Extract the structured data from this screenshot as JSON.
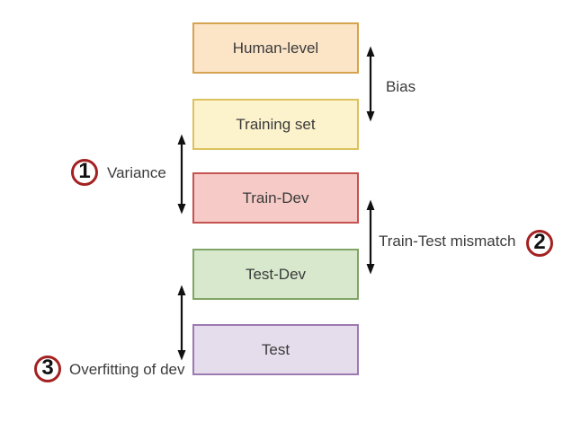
{
  "diagram": {
    "boxes": [
      {
        "id": "human-level",
        "label": "Human-level",
        "fill": "#fce5c7",
        "border": "#d6a351"
      },
      {
        "id": "training-set",
        "label": "Training set",
        "fill": "#fcf3cd",
        "border": "#dcc25f"
      },
      {
        "id": "train-dev",
        "label": "Train-Dev",
        "fill": "#f6cbc7",
        "border": "#c5534f"
      },
      {
        "id": "test-dev",
        "label": "Test-Dev",
        "fill": "#d7e8cd",
        "border": "#80a567"
      },
      {
        "id": "test",
        "label": "Test",
        "fill": "#e5dcec",
        "border": "#9c7ab2"
      }
    ],
    "arrows": [
      {
        "id": "bias",
        "label": "Bias",
        "between": [
          "Human-level",
          "Training set"
        ]
      },
      {
        "id": "variance",
        "label": "Variance",
        "badge": "1",
        "between": [
          "Training set",
          "Train-Dev"
        ]
      },
      {
        "id": "train-test-mismatch",
        "label": "Train-Test mismatch",
        "badge": "2",
        "between": [
          "Train-Dev",
          "Test-Dev"
        ]
      },
      {
        "id": "overfitting-of-dev",
        "label": "Overfitting of dev",
        "badge": "3",
        "between": [
          "Test-Dev",
          "Test"
        ]
      }
    ],
    "colors": {
      "badge_ring": "#a32121",
      "arrow": "#111111",
      "label_text": "#3b3b3b",
      "box_text": "#3a3a3a",
      "background": "#ffffff"
    }
  }
}
